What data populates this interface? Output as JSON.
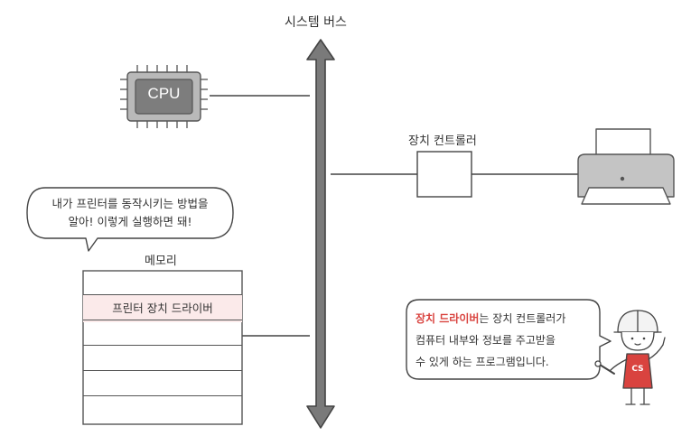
{
  "bus": {
    "label": "시스템 버스"
  },
  "cpu": {
    "label": "CPU"
  },
  "controller": {
    "label": "장치 컨트롤러"
  },
  "memory": {
    "label": "메모리",
    "rows": [
      "",
      "프린터 장치 드라이버",
      "",
      "",
      "",
      ""
    ]
  },
  "speech_left": {
    "line1": "내가 프린터를 동작시키는 방법을",
    "line2": "알아! 이렇게 실행하면 돼!"
  },
  "speech_right": {
    "highlight": "장치 드라이버",
    "line1_rest": "는 장치 컨트롤러가",
    "line2": "컴퓨터 내부와 정보를 주고받을",
    "line3": "수 있게 하는 프로그램입니다."
  },
  "character": {
    "badge": "CS"
  },
  "colors": {
    "accent": "#d9433f",
    "highlight_bg": "#fbeaea",
    "stroke": "#444444"
  }
}
